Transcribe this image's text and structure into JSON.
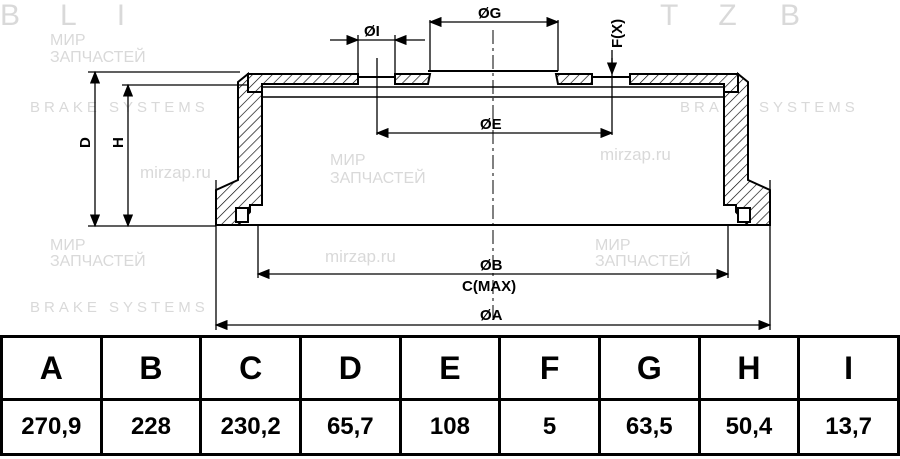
{
  "watermark": {
    "brand": "BLITZ",
    "tagline": "BRAKE SYSTEMS",
    "partner": "МИР ЗАПЧАСТЕЙ",
    "site": "mirzap.ru"
  },
  "drawing": {
    "labels": {
      "G": "ØG",
      "I": "ØI",
      "F": "F(X)",
      "E": "ØE",
      "D": "D",
      "H": "H",
      "B": "ØB",
      "C": "C(MAX)",
      "A": "ØA"
    }
  },
  "table": {
    "headers": [
      "A",
      "B",
      "C",
      "D",
      "E",
      "F",
      "G",
      "H",
      "I"
    ],
    "values": [
      "270,9",
      "228",
      "230,2",
      "65,7",
      "108",
      "5",
      "63,5",
      "50,4",
      "13,7"
    ]
  }
}
